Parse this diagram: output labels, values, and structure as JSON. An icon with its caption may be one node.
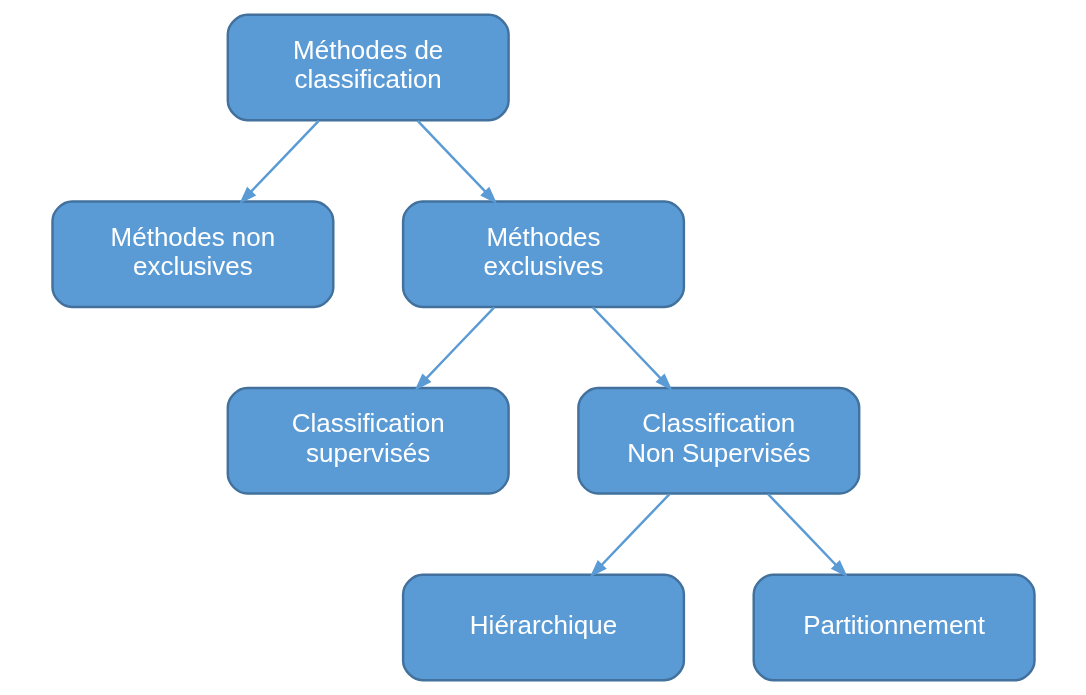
{
  "diagram": {
    "nodes": [
      {
        "text": [
          "Méthodes de classification"
        ]
      },
      {
        "text": [
          "Méthodes non exclusives"
        ]
      },
      {
        "text": [
          "Méthodes exclusives"
        ]
      },
      {
        "text": [
          "Classification supervisés"
        ]
      },
      {
        "text": [
          "Classification Non Supervisés"
        ]
      },
      {
        "text": [
          "Hiérarchique"
        ]
      },
      {
        "text": [
          "Partitionnement"
        ]
      }
    ],
    "edges": [
      {
        "from": 0,
        "to": 1,
        "arrow": "to"
      },
      {
        "from": 0,
        "to": 2,
        "arrow": "to"
      },
      {
        "from": 2,
        "to": 3,
        "arrow": "to"
      },
      {
        "from": 2,
        "to": 4,
        "arrow": "to"
      },
      {
        "from": 4,
        "to": 5,
        "arrow": "to"
      },
      {
        "from": 4,
        "to": 6,
        "arrow": "to"
      }
    ]
  }
}
